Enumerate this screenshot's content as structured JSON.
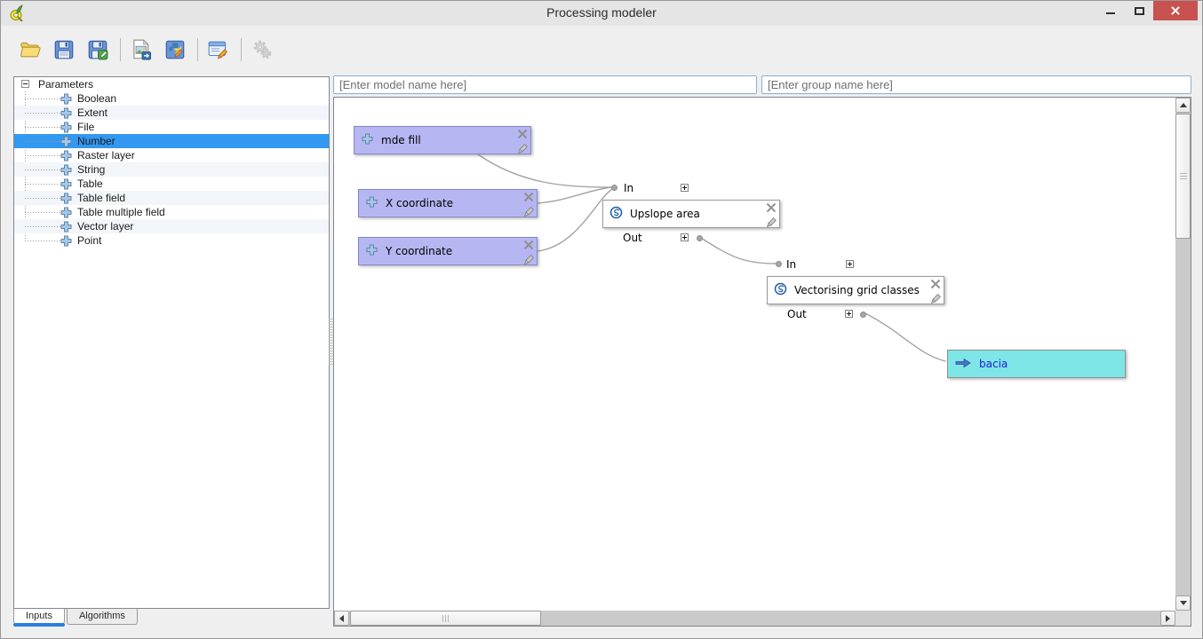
{
  "window": {
    "title": "Processing modeler"
  },
  "toolbar": {
    "buttons": [
      {
        "name": "open-model",
        "icon": "folder-open-icon"
      },
      {
        "name": "save-model",
        "icon": "save-floppy-icon"
      },
      {
        "name": "save-model-as",
        "icon": "save-as-floppy-icon"
      },
      {
        "name": "export-as-image",
        "icon": "export-image-icon"
      },
      {
        "name": "save-as-python-script",
        "icon": "save-python-icon"
      },
      {
        "name": "edit-model-help",
        "icon": "edit-help-pencil-icon"
      },
      {
        "name": "run-model",
        "icon": "run-gears-icon",
        "disabled": true
      }
    ]
  },
  "sidebar": {
    "root_label": "Parameters",
    "items": [
      {
        "label": "Boolean"
      },
      {
        "label": "Extent"
      },
      {
        "label": "File"
      },
      {
        "label": "Number",
        "selected": true
      },
      {
        "label": "Raster layer"
      },
      {
        "label": "String"
      },
      {
        "label": "Table"
      },
      {
        "label": "Table field"
      },
      {
        "label": "Table multiple field"
      },
      {
        "label": "Vector layer"
      },
      {
        "label": "Point"
      }
    ],
    "tabs": [
      {
        "label": "Inputs",
        "active": true
      },
      {
        "label": "Algorithms"
      }
    ]
  },
  "canvas": {
    "model_name_placeholder": "[Enter model name here]",
    "group_name_placeholder": "[Enter group name here]",
    "nodes": {
      "inputs": [
        {
          "label": "mde fill"
        },
        {
          "label": "X coordinate"
        },
        {
          "label": "Y coordinate"
        }
      ],
      "algorithms": [
        {
          "label": "Upslope area",
          "in_label": "In",
          "out_label": "Out"
        },
        {
          "label": "Vectorising grid classes",
          "in_label": "In",
          "out_label": "Out"
        }
      ],
      "outputs": [
        {
          "label": "bacia"
        }
      ]
    }
  },
  "colors": {
    "selection_blue": "#3398f0",
    "tree_alt_row": "#f2f6fa",
    "titlebar_close_red": "#c85250",
    "param_node_fill": "#b6b6f2",
    "param_node_border": "#8787c8",
    "output_node_fill": "#7ee6e6",
    "output_node_label": "#1a1ae0",
    "connection_gray": "#a3a3a3",
    "tab_active_underline": "#2a7fe0"
  }
}
